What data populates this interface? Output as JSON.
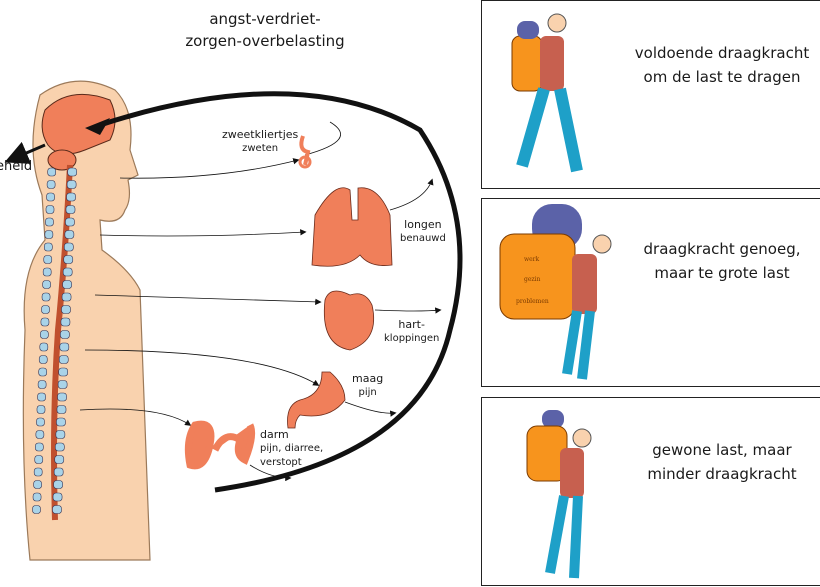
{
  "diagram": {
    "title_line1": "angst-verdriet-",
    "title_line2": "zorgen-overbelasting",
    "left_cut_label": "eheid",
    "organs": [
      {
        "name": "zweetkliertjes",
        "effect": "zweten"
      },
      {
        "name": "longen",
        "effect": "benauwd"
      },
      {
        "name": "hart-",
        "effect": "kloppingen"
      },
      {
        "name": "maag",
        "effect": "pijn"
      },
      {
        "name": "darm",
        "effect": "pijn, diarree,",
        "effect2": "verstopt"
      }
    ]
  },
  "panels": [
    {
      "line1": "voldoende draagkracht",
      "line2": "om de last te dragen"
    },
    {
      "line1": "draagkracht genoeg,",
      "line2": "maar te grote last",
      "pack_words": [
        "werk",
        "gezin",
        "problemen"
      ]
    },
    {
      "line1": "gewone last, maar",
      "line2": "minder draagkracht"
    }
  ],
  "colors": {
    "organ": "#f07f5a",
    "skin": "#f9d2ae",
    "vertebra": "#a9d3e8",
    "pack": "#f7941d",
    "roll": "#5b62a8",
    "jeans": "#1ea0c8",
    "shirt": "#c7604f"
  }
}
